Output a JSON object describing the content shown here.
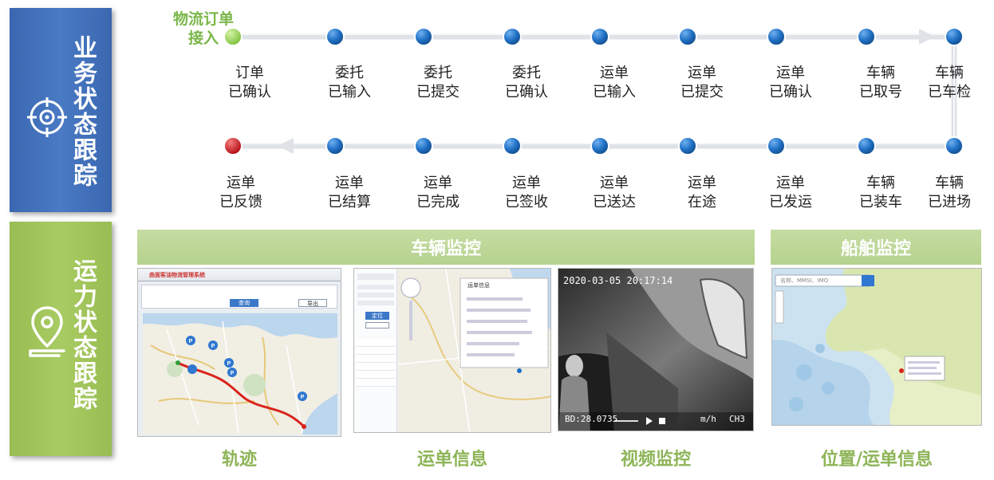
{
  "sidebar": {
    "business_title": "业务状态跟踪",
    "capacity_title": "运力状态跟踪",
    "business_icon": "target-icon",
    "capacity_icon": "location-pin-icon"
  },
  "flow": {
    "start_label_1": "物流订单",
    "start_label_2": "接入",
    "top_row": [
      {
        "l1": "订单",
        "l2": "已确认"
      },
      {
        "l1": "委托",
        "l2": "已输入"
      },
      {
        "l1": "委托",
        "l2": "已提交"
      },
      {
        "l1": "委托",
        "l2": "已确认"
      },
      {
        "l1": "运单",
        "l2": "已输入"
      },
      {
        "l1": "运单",
        "l2": "已提交"
      },
      {
        "l1": "运单",
        "l2": "已确认"
      },
      {
        "l1": "车辆",
        "l2": "已取号"
      },
      {
        "l1": "车辆",
        "l2": "已车检"
      }
    ],
    "bottom_row": [
      {
        "l1": "运单",
        "l2": "已反馈"
      },
      {
        "l1": "运单",
        "l2": "已结算"
      },
      {
        "l1": "运单",
        "l2": "已完成"
      },
      {
        "l1": "运单",
        "l2": "已签收"
      },
      {
        "l1": "运单",
        "l2": "已送达"
      },
      {
        "l1": "运单",
        "l2": "在途"
      },
      {
        "l1": "运单",
        "l2": "已发运"
      },
      {
        "l1": "车辆",
        "l2": "已装车"
      },
      {
        "l1": "车辆",
        "l2": "已进场"
      }
    ],
    "colors": {
      "node": "#1f6fc4",
      "start": "#8ccd4a",
      "end": "#c4131a",
      "line": "#d9dde3"
    }
  },
  "monitor": {
    "vehicle_band": "车辆监控",
    "ship_band": "船舶监控",
    "captions": {
      "track": "轨迹",
      "waybill": "运单信息",
      "video": "视频监控",
      "position": "位置/运单信息"
    },
    "video_overlay": {
      "timestamp": "2020-03-05 20:17:14",
      "channel": "CH3",
      "speed_unit": "m/h",
      "bottom_left": "BD:28.0735"
    },
    "track_panel": {
      "app_title": "曲面客油物流管理系统",
      "search_btn": "查询",
      "export_btn": "导出"
    },
    "waybill_panel": {
      "popup_title": "运单信息",
      "locate_btn": "定位"
    },
    "ship_panel": {
      "search_placeholder": "名称、MMSI、IMO"
    }
  }
}
